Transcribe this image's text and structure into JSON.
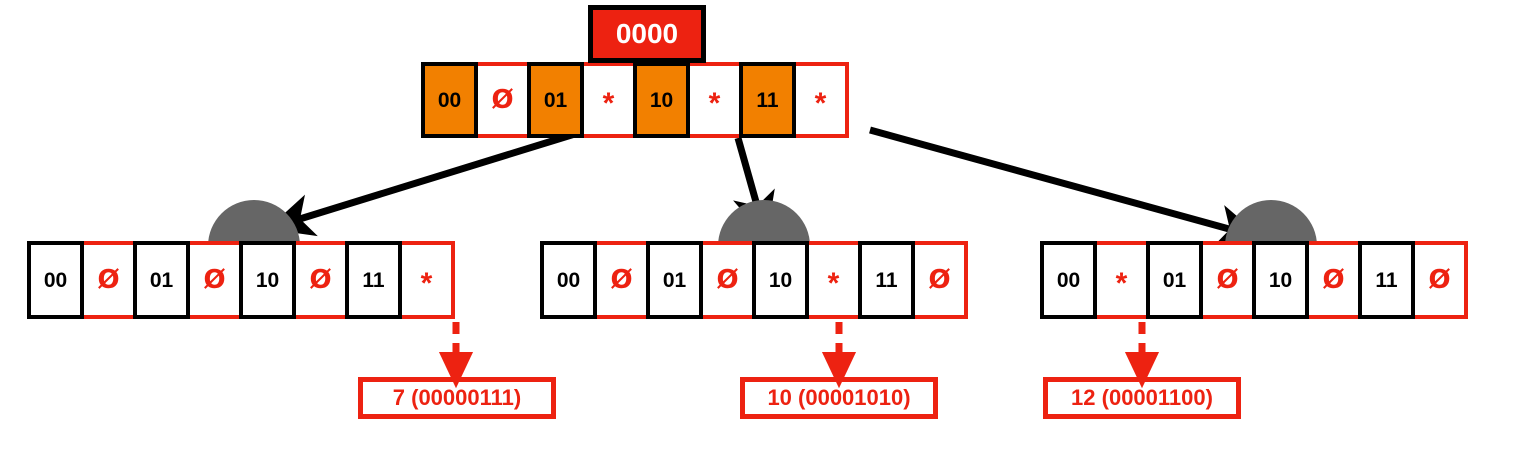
{
  "diagram": {
    "title_label": "0000",
    "colors": {
      "key_fill": "#F28000",
      "pointer_stroke": "#ED2211",
      "key_stroke": "#000000",
      "label_fill": "#ED2211",
      "blob_fill": "#666666",
      "background": "#FFFFFF"
    },
    "glyphs": {
      "empty": "Ø",
      "pointer": "*"
    },
    "root": {
      "label": "0000",
      "cells": [
        {
          "type": "key",
          "text": "00",
          "filled": true
        },
        {
          "type": "pointer",
          "text": "Ø"
        },
        {
          "type": "key",
          "text": "01",
          "filled": true
        },
        {
          "type": "pointer",
          "text": "*"
        },
        {
          "type": "key",
          "text": "10",
          "filled": true
        },
        {
          "type": "pointer",
          "text": "*"
        },
        {
          "type": "key",
          "text": "11",
          "filled": true
        },
        {
          "type": "pointer",
          "text": "*"
        }
      ]
    },
    "children": [
      {
        "name": "child-node-0",
        "cells": [
          {
            "type": "key",
            "text": "00",
            "filled": false
          },
          {
            "type": "pointer",
            "text": "Ø"
          },
          {
            "type": "key",
            "text": "01",
            "filled": false
          },
          {
            "type": "pointer",
            "text": "Ø"
          },
          {
            "type": "key",
            "text": "10",
            "filled": false
          },
          {
            "type": "pointer",
            "text": "Ø"
          },
          {
            "type": "key",
            "text": "11",
            "filled": false
          },
          {
            "type": "pointer",
            "text": "*"
          }
        ]
      },
      {
        "name": "child-node-1",
        "cells": [
          {
            "type": "key",
            "text": "00",
            "filled": false
          },
          {
            "type": "pointer",
            "text": "Ø"
          },
          {
            "type": "key",
            "text": "01",
            "filled": false
          },
          {
            "type": "pointer",
            "text": "Ø"
          },
          {
            "type": "key",
            "text": "10",
            "filled": false
          },
          {
            "type": "pointer",
            "text": "*"
          },
          {
            "type": "key",
            "text": "11",
            "filled": false
          },
          {
            "type": "pointer",
            "text": "Ø"
          }
        ]
      },
      {
        "name": "child-node-2",
        "cells": [
          {
            "type": "key",
            "text": "00",
            "filled": false
          },
          {
            "type": "pointer",
            "text": "*"
          },
          {
            "type": "key",
            "text": "01",
            "filled": false
          },
          {
            "type": "pointer",
            "text": "Ø"
          },
          {
            "type": "key",
            "text": "10",
            "filled": false
          },
          {
            "type": "pointer",
            "text": "Ø"
          },
          {
            "type": "key",
            "text": "11",
            "filled": false
          },
          {
            "type": "pointer",
            "text": "Ø"
          }
        ]
      }
    ],
    "leaf_values": [
      {
        "name": "leaf-value-7",
        "text": "7 (00000111)"
      },
      {
        "name": "leaf-value-10",
        "text": "10 (00001010)"
      },
      {
        "name": "leaf-value-12",
        "text": "12 (00001100)"
      }
    ]
  }
}
